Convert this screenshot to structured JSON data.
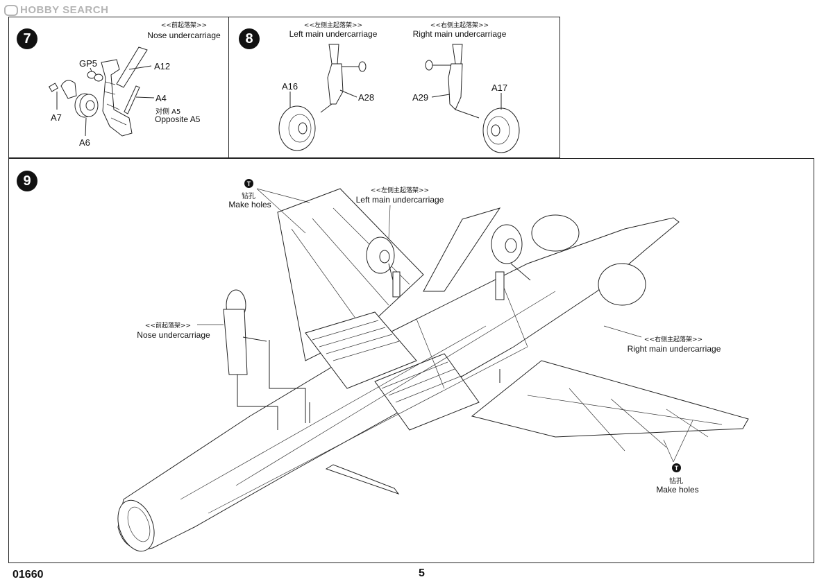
{
  "watermark": {
    "brand": "HOBBY SEARCH"
  },
  "footer": {
    "kit_number": "01660",
    "page_number": "5"
  },
  "step7": {
    "number": "7",
    "title_cn": "<<前起落架>>",
    "title_en": "Nose undercarriage",
    "parts": {
      "gp5": "GP5",
      "a12": "A12",
      "a4": "A4",
      "opposite_cn": "对侧 A5",
      "opposite_en": "Opposite A5",
      "a7": "A7",
      "a6": "A6"
    }
  },
  "step8": {
    "number": "8",
    "left_cn": "<<左侧主起落架>>",
    "left_en": "Left main undercarriage",
    "right_cn": "<<右侧主起落架>>",
    "right_en": "Right main undercarriage",
    "parts": {
      "a16": "A16",
      "a28": "A28",
      "a29": "A29",
      "a17": "A17"
    }
  },
  "step9": {
    "number": "9",
    "holes_icon": "drill-hole-icon",
    "holes_cn": "钻孔",
    "holes_en": "Make holes",
    "holes_icon_label": "T",
    "left_cn": "<<左侧主起落架>>",
    "left_en": "Left main undercarriage",
    "nose_cn": "<<前起落架>>",
    "nose_en": "Nose undercarriage",
    "right_cn": "<<右侧主起落架>>",
    "right_en": "Right main undercarriage"
  }
}
